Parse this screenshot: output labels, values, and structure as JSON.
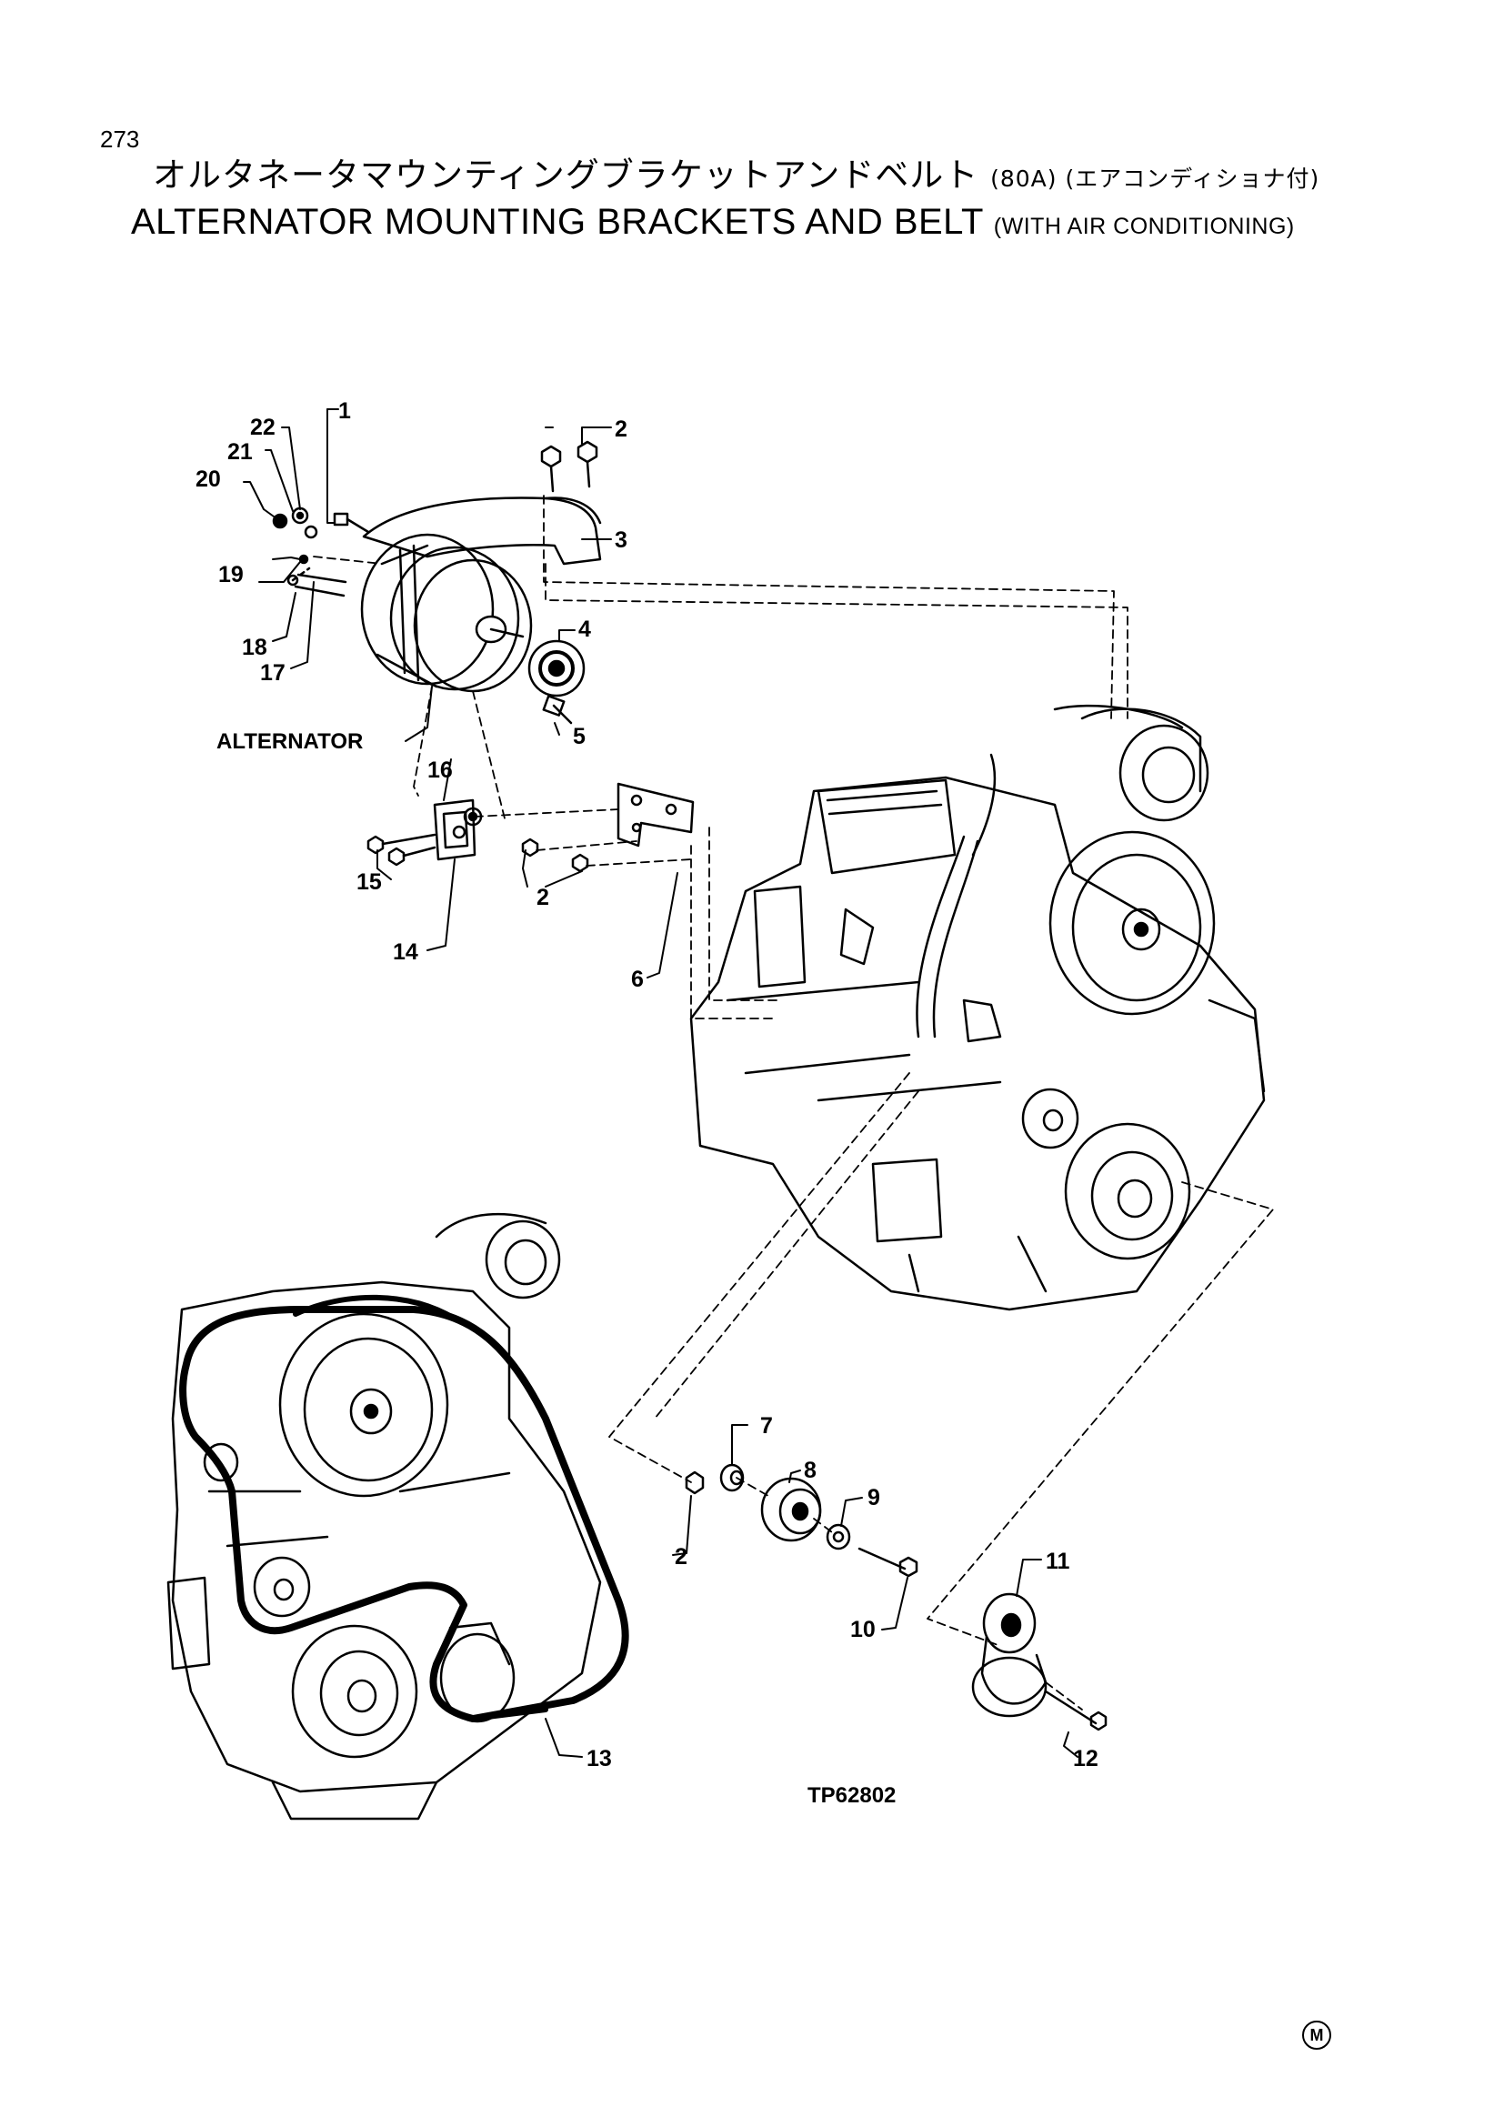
{
  "header": {
    "page_number": "273",
    "title_ja": "オルタネータマウンティングブラケットアンドベルト",
    "title_ja_sub": "(80A) (エアコンディショナ付)",
    "title_en": "ALTERNATOR MOUNTING BRACKETS AND BELT",
    "title_en_sub": "(WITH AIR CONDITIONING)"
  },
  "diagram": {
    "labels": {
      "alternator": "ALTERNATOR",
      "figure_code": "TP62802"
    },
    "callouts": {
      "c1": "1",
      "c2a": "2",
      "c2b": "2",
      "c2c": "2",
      "c3": "3",
      "c4": "4",
      "c5": "5",
      "c6": "6",
      "c7": "7",
      "c8": "8",
      "c9": "9",
      "c10": "10",
      "c11": "11",
      "c12": "12",
      "c13": "13",
      "c14": "14",
      "c15": "15",
      "c16": "16",
      "c17": "17",
      "c18": "18",
      "c19": "19",
      "c20": "20",
      "c21": "21",
      "c22": "22"
    }
  },
  "footer": {
    "mark": "M"
  }
}
